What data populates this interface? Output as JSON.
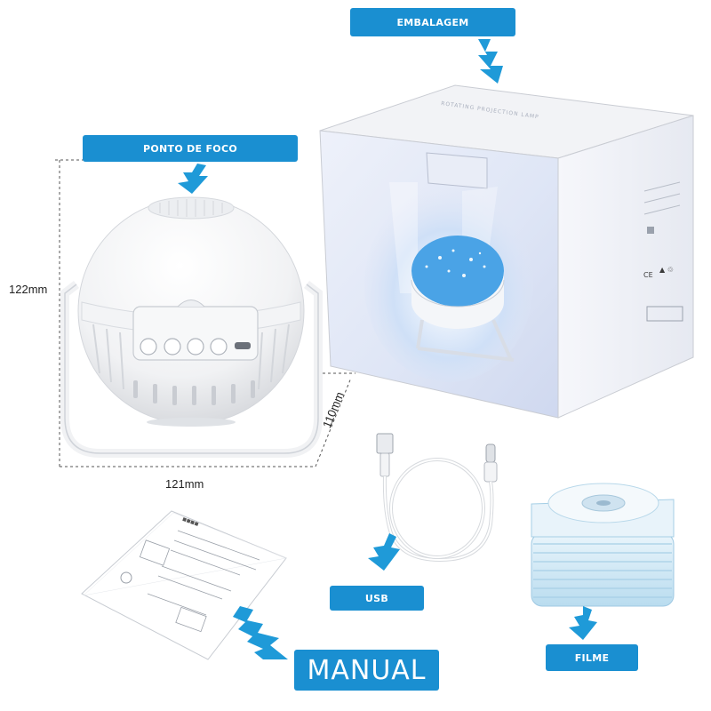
{
  "labels": {
    "packaging": "EMBALAGEM",
    "focus_point": "PONTO DE FOCO",
    "usb": "USB",
    "manual": "MANUAL",
    "film": "FILME"
  },
  "dimensions": {
    "height": "122mm",
    "width": "121mm",
    "depth": "110mm"
  },
  "box_print": {
    "top_text": "ROTATING PROJECTION LAMP"
  },
  "colors": {
    "callout_blue": "#1a8fd1",
    "arrow_blue": "#1f9ad8"
  }
}
